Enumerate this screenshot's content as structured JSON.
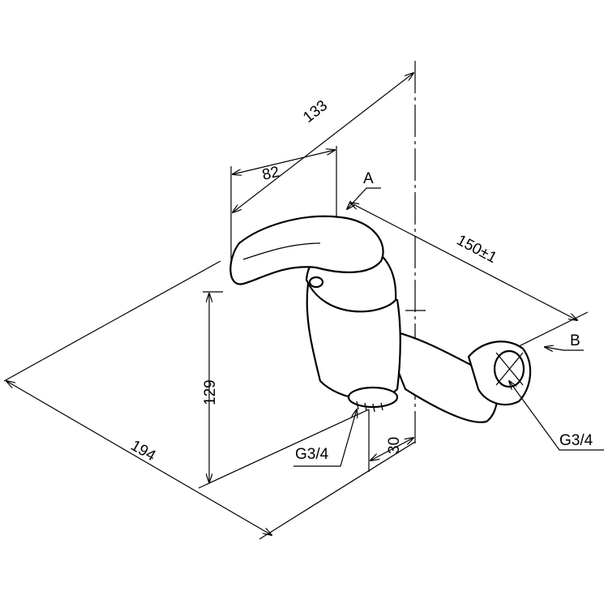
{
  "dimensions": {
    "d133": "133",
    "d82": "82",
    "d150": "150±1",
    "d129": "129",
    "d194": "194",
    "d30": "30"
  },
  "callouts": {
    "a": "A",
    "b": "B",
    "thread_left": "G3/4",
    "thread_right": "G3/4"
  }
}
